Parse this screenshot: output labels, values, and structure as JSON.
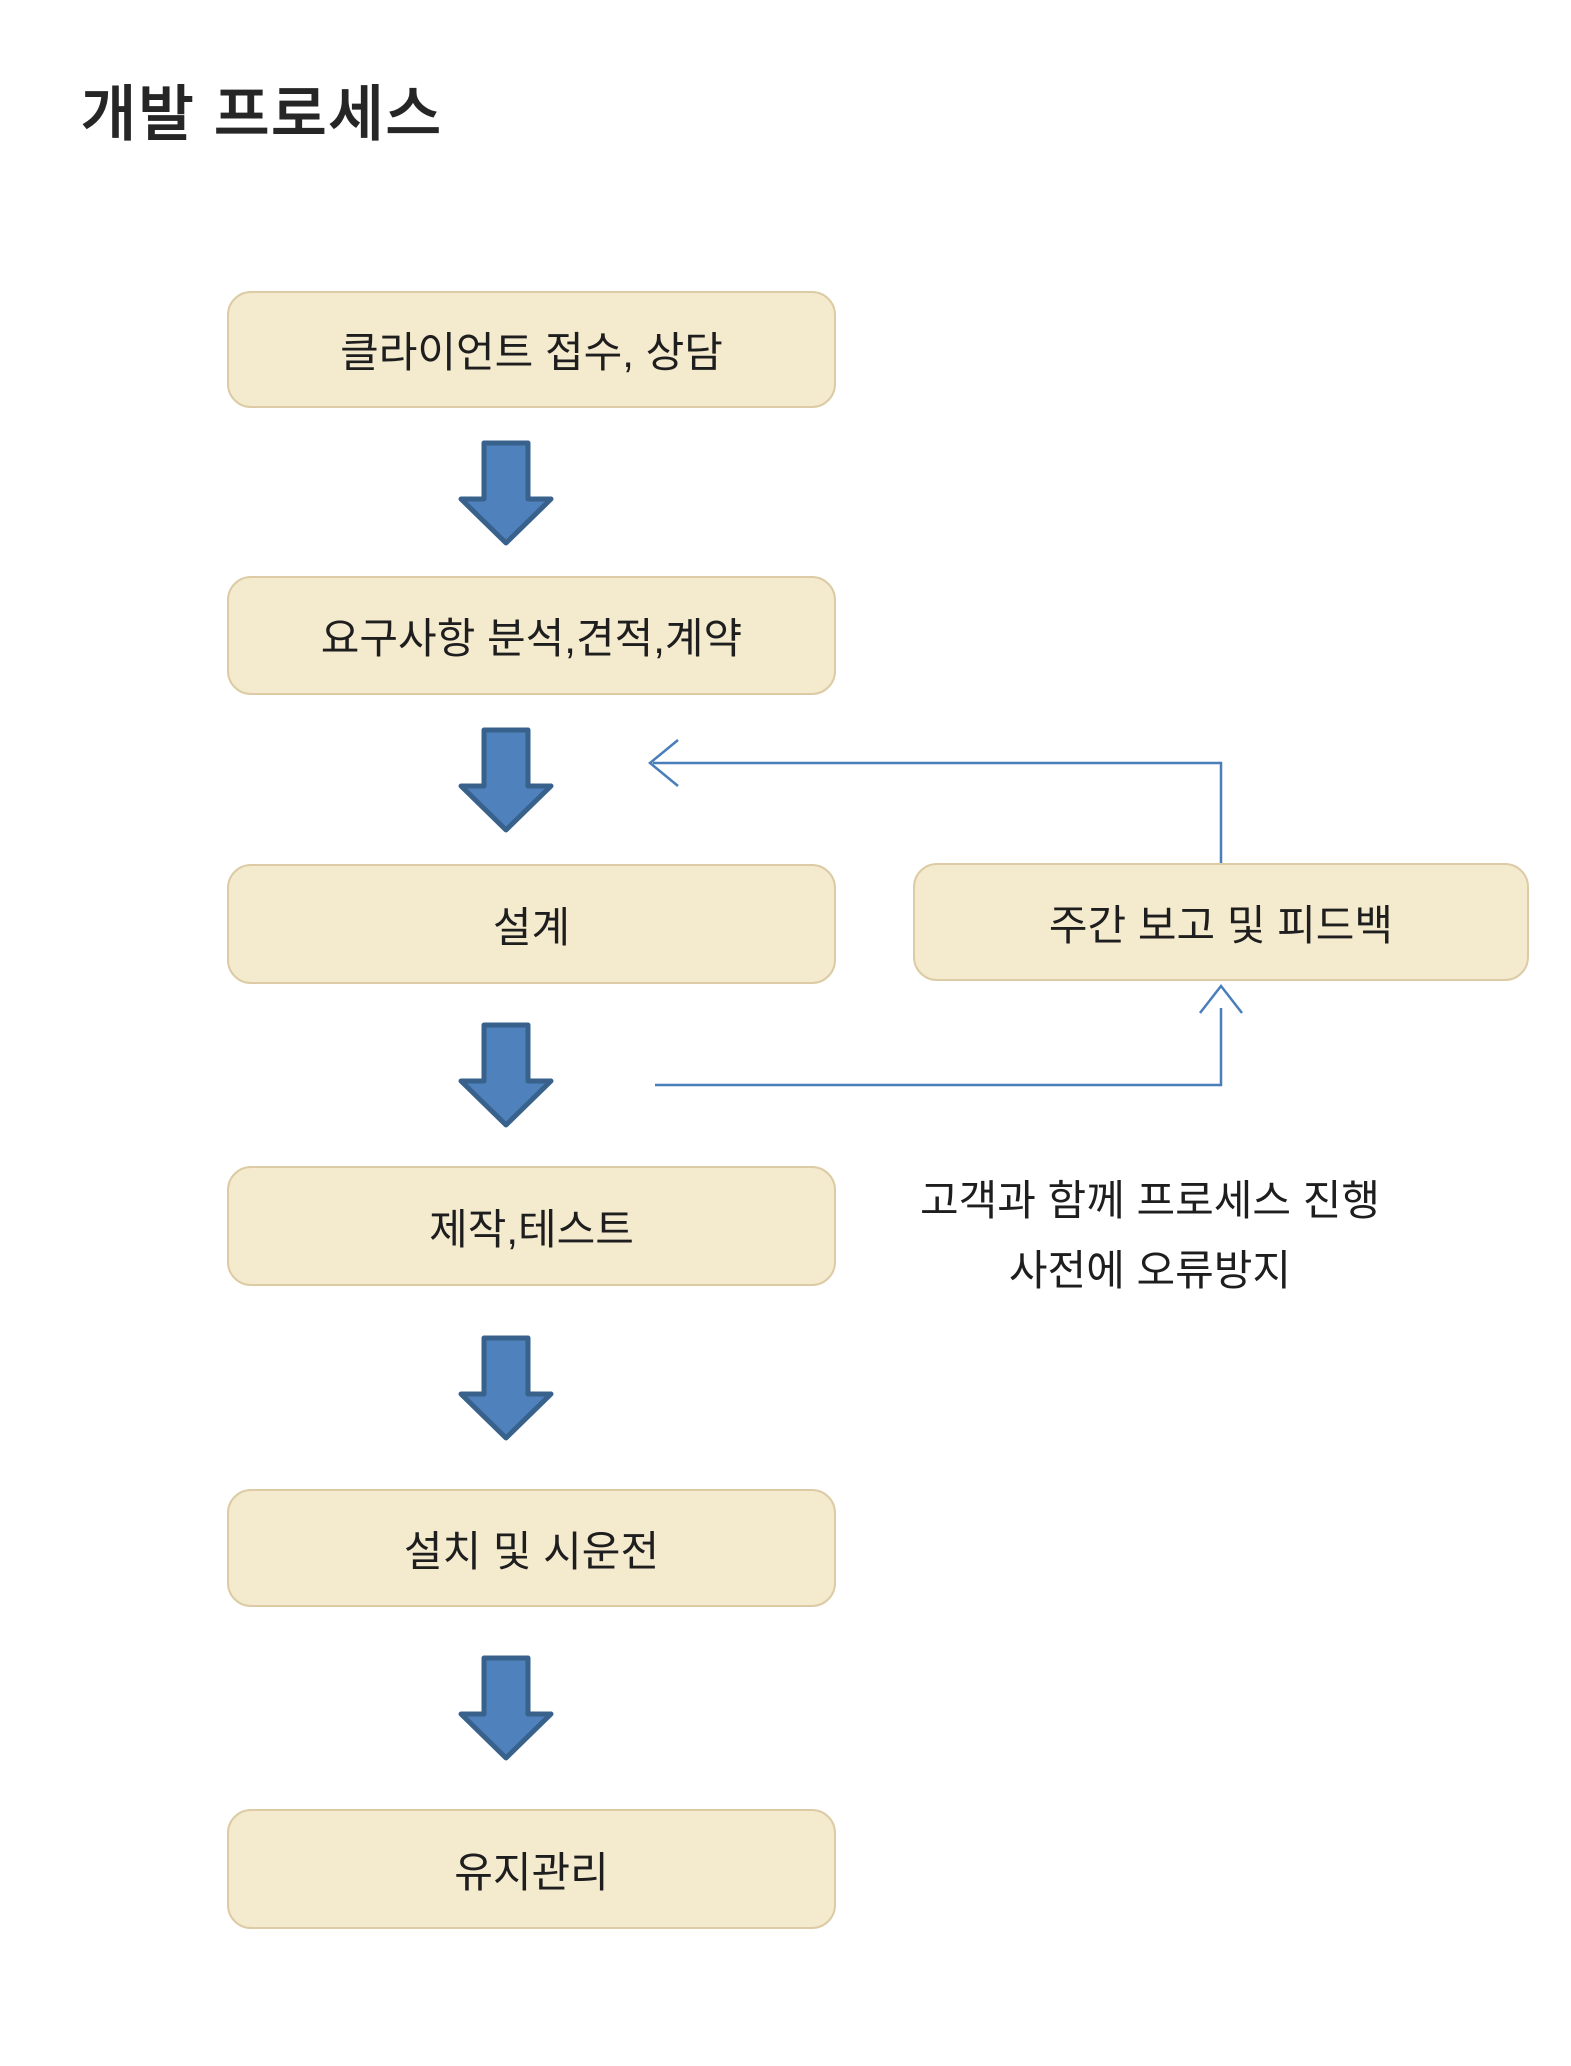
{
  "title": "개발 프로세스",
  "flow": {
    "boxes": [
      {
        "id": "client-intake",
        "label": "클라이언트 접수, 상담"
      },
      {
        "id": "requirements",
        "label": "요구사항 분석,견적,계약"
      },
      {
        "id": "design",
        "label": "설계"
      },
      {
        "id": "build-test",
        "label": "제작,테스트"
      },
      {
        "id": "install-trial",
        "label": "설치 및 시운전"
      },
      {
        "id": "maintenance",
        "label": "유지관리"
      }
    ],
    "side_box": {
      "label": "주간 보고 및 피드백"
    },
    "annotation": {
      "line1": "고객과 함께 프로세스 진행",
      "line2": "사전에 오류방지"
    }
  },
  "colors": {
    "box-fill": "#F4EACE",
    "box-border": "#DCCBA4",
    "arrow-fill": "#4F81BD",
    "arrow-stroke": "#38618C",
    "connector": "#4A7EBB",
    "text": "#1E1E1E",
    "title": "#262626"
  }
}
